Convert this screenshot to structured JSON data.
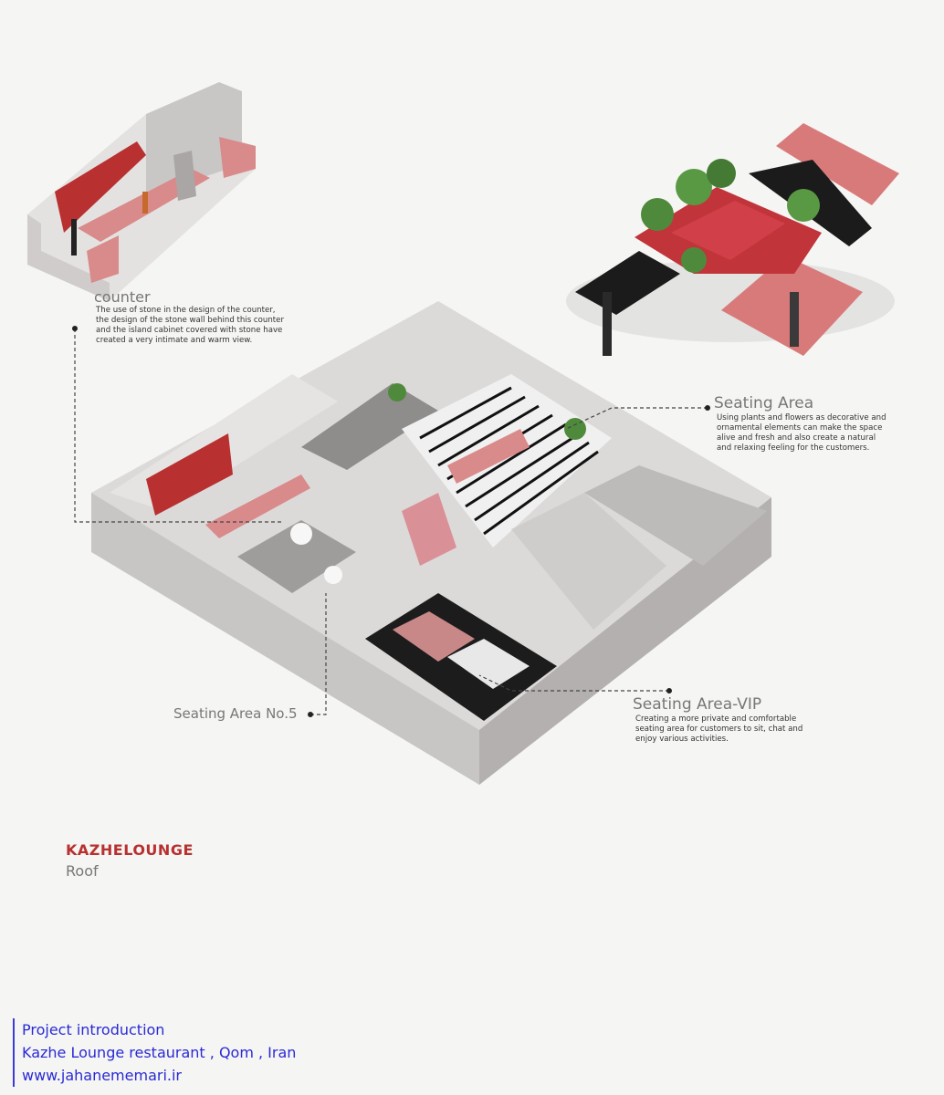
{
  "labels": {
    "counter": {
      "title": "counter",
      "lines": [
        "The use of stone in the design of the counter,",
        "the design of the stone wall behind this counter",
        "and the island cabinet covered with stone have",
        "created a very intimate and warm view."
      ]
    },
    "seating": {
      "title": "Seating Area",
      "lines": [
        "Using plants and flowers as decorative and",
        "ornamental elements can make the space",
        "alive and fresh and also create a natural",
        "and relaxing feeling for the customers."
      ]
    },
    "vip": {
      "title": "Seating Area-VIP",
      "lines": [
        "Creating a more private and comfortable",
        "seating area for customers to sit, chat and",
        "enjoy various activities."
      ]
    },
    "area5": {
      "title": "Seating Area No.5"
    }
  },
  "brand": {
    "name": "KAZHELOUNGE",
    "subtitle": "Roof"
  },
  "footer": {
    "line1": "Project introduction",
    "line2": "Kazhe Lounge restaurant , Qom , Iran",
    "line3": "www.jahanememari.ir"
  },
  "colors": {
    "accent_red": "#b8302f",
    "stone_pink": "#d98a8a",
    "footer_blue": "#2a2ad6"
  }
}
